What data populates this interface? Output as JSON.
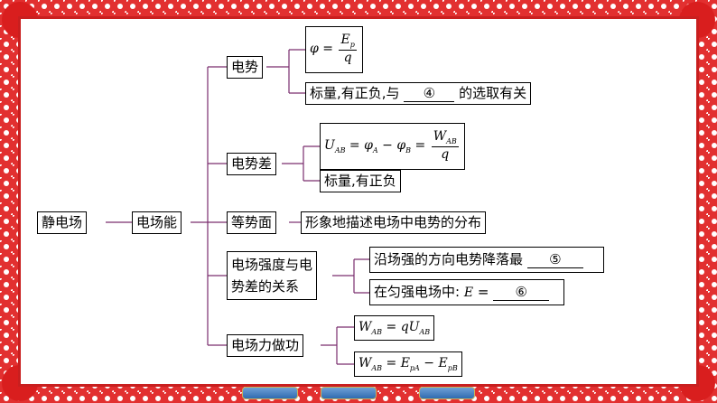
{
  "root": "静电场",
  "level1": "电场能",
  "branches": {
    "potential": {
      "label": "电势",
      "formula": {
        "lhs": "φ",
        "eq": "=",
        "num": "E",
        "num_sub": "p",
        "den": "q"
      },
      "note_prefix": "标量,有正负,与",
      "note_blank": "④",
      "note_suffix": "的选取有关"
    },
    "pd": {
      "label": "电势差",
      "formula": {
        "lhs": "U",
        "lhs_sub": "AB",
        "eq": "=",
        "t1": "φ",
        "t1_sub": "A",
        "minus": "−",
        "t2": "φ",
        "t2_sub": "B",
        "eq2": "=",
        "num": "W",
        "num_sub": "AB",
        "den": "q"
      },
      "note": "标量,有正负"
    },
    "equi": {
      "label": "等势面",
      "note": "形象地描述电场中电势的分布"
    },
    "relation": {
      "label_line1": "电场强度与电",
      "label_line2": "势差的关系",
      "item1_prefix": "沿场强的方向电势降落最",
      "item1_blank": "⑤",
      "item2_prefix": "在匀强电场中:",
      "item2_var": "E",
      "item2_eq": "=",
      "item2_blank": "⑥"
    },
    "work": {
      "label": "电场力做功",
      "formula1": {
        "lhs": "W",
        "lhs_sub": "AB",
        "eq": "=",
        "rhs": "qU",
        "rhs_sub": "AB"
      },
      "formula2": {
        "lhs": "W",
        "lhs_sub": "AB",
        "eq": "=",
        "t1": "E",
        "t1_sub": "pA",
        "minus": "−",
        "t2": "E",
        "t2_sub": "pB"
      }
    }
  },
  "colors": {
    "frame": "#c91f1f",
    "connector": "#7a2d6e",
    "nav_button": "#2f6bb0"
  }
}
